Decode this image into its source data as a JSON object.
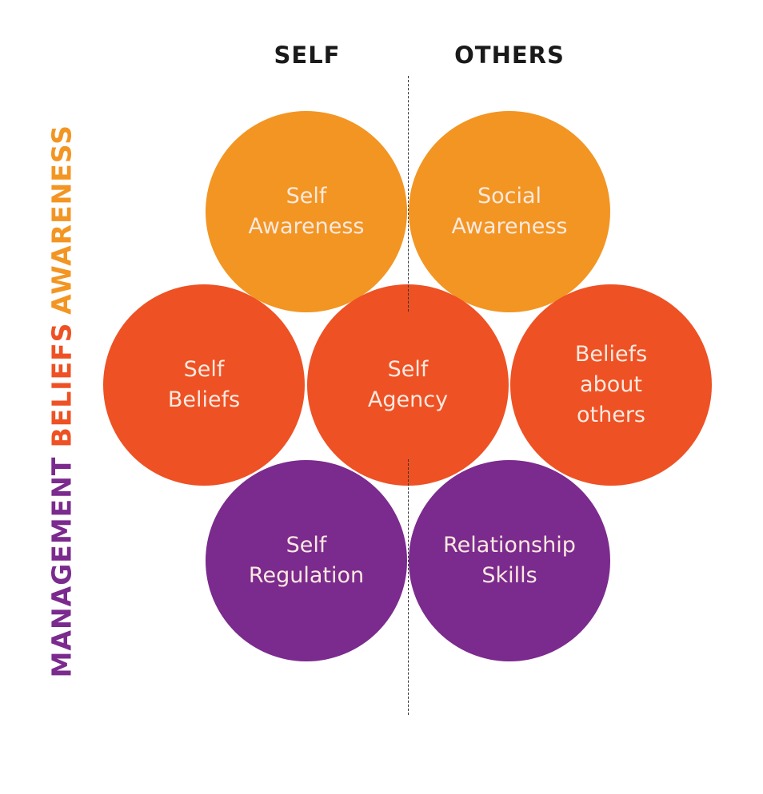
{
  "columns": {
    "self": "SELF",
    "others": "OTHERS"
  },
  "rows": {
    "awareness": "AWARENESS",
    "beliefs": "BELIEFS",
    "management": "MANAGEMENT"
  },
  "circles": {
    "self_awareness": "Self\nAwareness",
    "social_awareness": "Social\nAwareness",
    "self_beliefs": "Self\nBeliefs",
    "self_agency": "Self\nAgency",
    "beliefs_about_others": "Beliefs\nabout\nothers",
    "self_regulation": "Self\nRegulation",
    "relationship_skills": "Relationship\nSkills"
  },
  "colors": {
    "awareness": "#F39522",
    "beliefs": "#EE5124",
    "management": "#7B2A8E"
  }
}
